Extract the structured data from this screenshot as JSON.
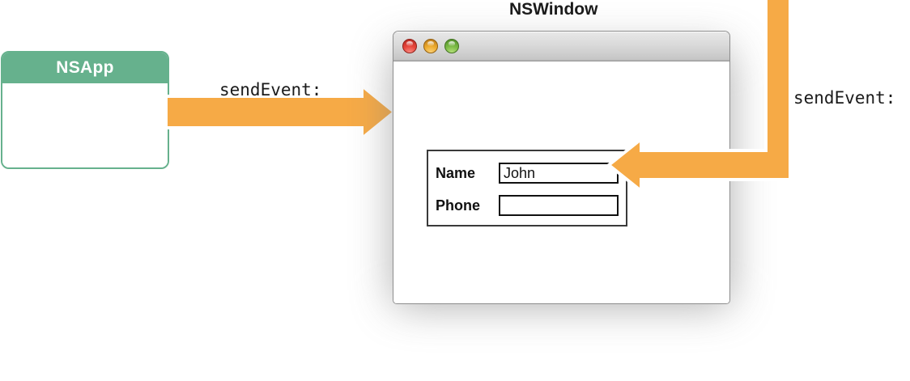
{
  "diagram": {
    "title": "NSApp sendEvent: to NSWindow event routing",
    "colors": {
      "accent_orange": "#f6aa46",
      "app_green": "#66b18d",
      "text_dark": "#1a1a1a",
      "window_titlebar": "#dadada",
      "field_border": "#111111"
    }
  },
  "nsapp": {
    "title": "NSApp"
  },
  "arrows": {
    "left_label": "sendEvent:",
    "right_label": "sendEvent:"
  },
  "window": {
    "label": "NSWindow",
    "traffic_lights": [
      {
        "name": "close",
        "color": "#e8463c"
      },
      {
        "name": "minimize",
        "color": "#edab2e"
      },
      {
        "name": "zoom",
        "color": "#7cbb46"
      }
    ]
  },
  "form": {
    "rows": [
      {
        "label": "Name",
        "value": "John",
        "placeholder": ""
      },
      {
        "label": "Phone",
        "value": "",
        "placeholder": ""
      }
    ]
  }
}
